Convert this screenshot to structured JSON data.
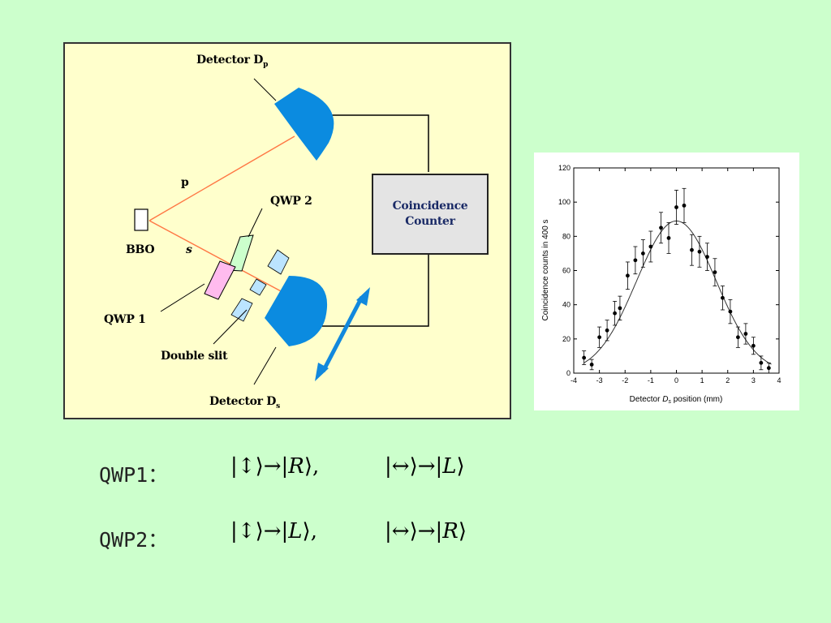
{
  "setup": {
    "detector_p_label": "Detector D",
    "detector_p_sub": "p",
    "detector_s_label": "Detector D",
    "detector_s_sub": "s",
    "beam_p_label": "p",
    "beam_s_label": "s",
    "bbo_label": "BBO",
    "qwp2_label": "QWP 2",
    "qwp1_label": "QWP 1",
    "double_slit_label": "Double slit",
    "counter_line1": "Coincidence",
    "counter_line2": "Counter"
  },
  "chart_data": {
    "type": "scatter",
    "xlabel": "Detector",
    "xlabel_var": "D",
    "xlabel_sub": "s",
    "xlabel_rest": "position (mm)",
    "ylabel": "Coincidence counts in 400 s",
    "xlim": [
      -4,
      4
    ],
    "ylim": [
      0,
      120
    ],
    "xticks": [
      -4,
      -3,
      -2,
      -1,
      0,
      1,
      2,
      3,
      4
    ],
    "yticks": [
      0,
      20,
      40,
      60,
      80,
      100,
      120
    ],
    "points": [
      {
        "x": -3.6,
        "y": 9,
        "err": 4
      },
      {
        "x": -3.3,
        "y": 5,
        "err": 3
      },
      {
        "x": -3.0,
        "y": 21,
        "err": 6
      },
      {
        "x": -2.7,
        "y": 25,
        "err": 6
      },
      {
        "x": -2.4,
        "y": 35,
        "err": 7
      },
      {
        "x": -2.2,
        "y": 38,
        "err": 7
      },
      {
        "x": -1.9,
        "y": 57,
        "err": 8
      },
      {
        "x": -1.6,
        "y": 66,
        "err": 8
      },
      {
        "x": -1.3,
        "y": 70,
        "err": 8
      },
      {
        "x": -1.0,
        "y": 74,
        "err": 9
      },
      {
        "x": -0.6,
        "y": 85,
        "err": 9
      },
      {
        "x": -0.3,
        "y": 79,
        "err": 9
      },
      {
        "x": 0.0,
        "y": 97,
        "err": 10
      },
      {
        "x": 0.3,
        "y": 98,
        "err": 10
      },
      {
        "x": 0.6,
        "y": 72,
        "err": 9
      },
      {
        "x": 0.9,
        "y": 71,
        "err": 9
      },
      {
        "x": 1.2,
        "y": 68,
        "err": 8
      },
      {
        "x": 1.5,
        "y": 59,
        "err": 8
      },
      {
        "x": 1.8,
        "y": 44,
        "err": 7
      },
      {
        "x": 2.1,
        "y": 36,
        "err": 7
      },
      {
        "x": 2.4,
        "y": 21,
        "err": 6
      },
      {
        "x": 2.7,
        "y": 23,
        "err": 6
      },
      {
        "x": 3.0,
        "y": 16,
        "err": 5
      },
      {
        "x": 3.3,
        "y": 6,
        "err": 4
      },
      {
        "x": 3.6,
        "y": 3,
        "err": 3
      }
    ],
    "fit": {
      "amplitude": 89,
      "sigma": 1.55
    }
  },
  "equations": [
    {
      "label": "QWP1：",
      "term1_in": "↕",
      "term1_out": "R",
      "sep": ",",
      "term2_in": "↔",
      "term2_out": "L"
    },
    {
      "label": "QWP2：",
      "term1_in": "↕",
      "term1_out": "L",
      "sep": ",",
      "term2_in": "↔",
      "term2_out": "R"
    }
  ],
  "colors": {
    "background": "#ccffcc",
    "panel": "#ffffcc",
    "detector": "#0b8be0",
    "beam": "#ff7744",
    "qwp2": "#ccffcc",
    "qwp1": "#ffbbee",
    "slit": "#bbe4ff",
    "arrow": "#1188dd"
  }
}
